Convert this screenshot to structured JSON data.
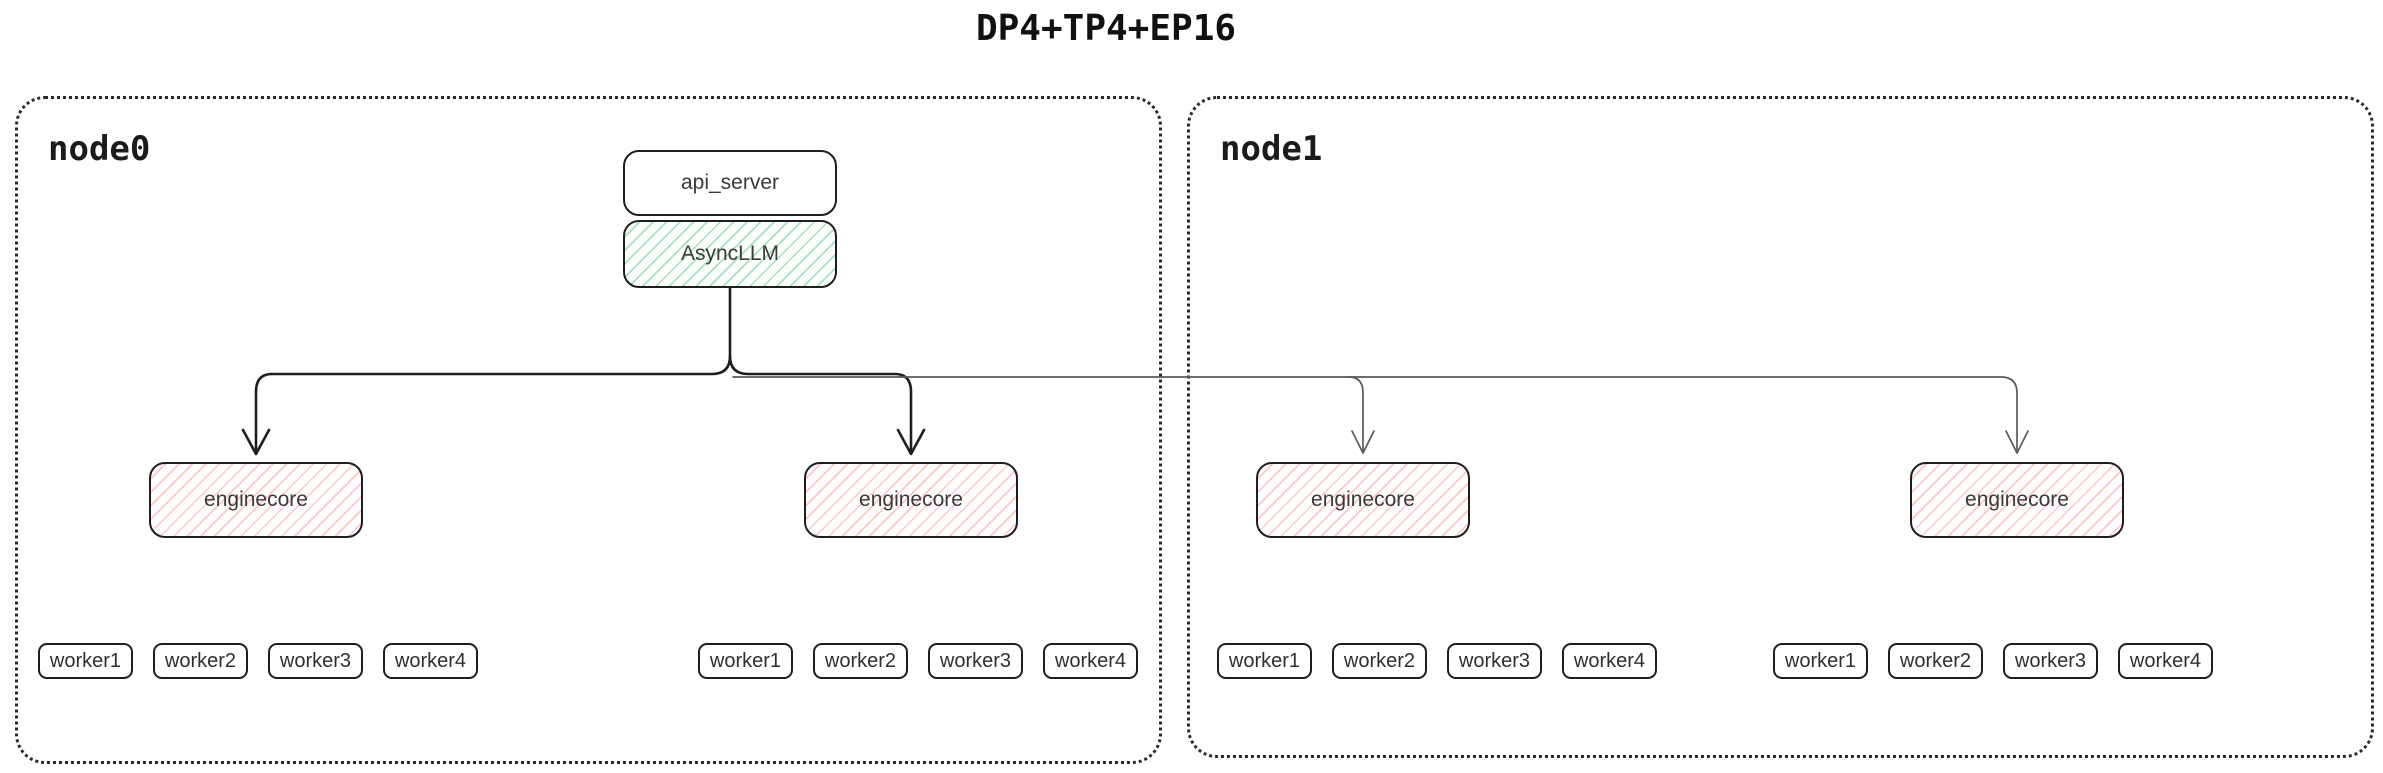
{
  "title": "DP4+TP4+EP16",
  "colors": {
    "border": "#1e1e1e",
    "green_hatch": "#52c478",
    "red_hatch": "#ff7878",
    "line_dark": "#1e1e1e",
    "line_gray": "#5a5a5a"
  },
  "nodes": [
    {
      "label": "node0",
      "api_server": "api_server",
      "async_llm": "AsyncLLM",
      "enginecores": [
        {
          "label": "enginecore"
        },
        {
          "label": "enginecore"
        }
      ],
      "worker_groups": [
        [
          "worker1",
          "worker2",
          "worker3",
          "worker4"
        ],
        [
          "worker1",
          "worker2",
          "worker3",
          "worker4"
        ]
      ]
    },
    {
      "label": "node1",
      "enginecores": [
        {
          "label": "enginecore"
        },
        {
          "label": "enginecore"
        }
      ],
      "worker_groups": [
        [
          "worker1",
          "worker2",
          "worker3",
          "worker4"
        ],
        [
          "worker1",
          "worker2",
          "worker3",
          "worker4"
        ]
      ]
    }
  ]
}
